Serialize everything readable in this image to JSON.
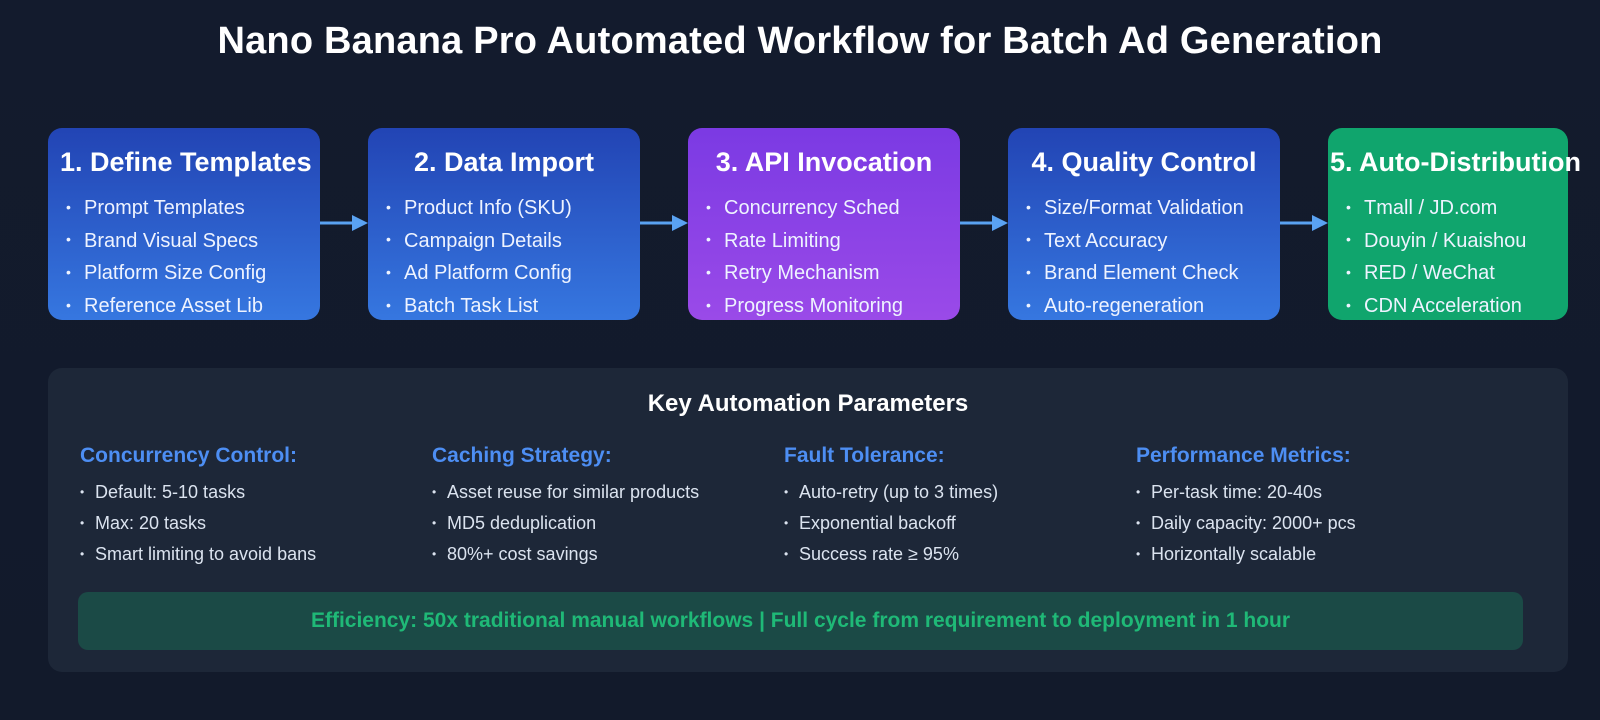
{
  "title": "Nano Banana Pro Automated Workflow for Batch Ad Generation",
  "steps": [
    {
      "title": "1. Define Templates",
      "items": [
        "Prompt Templates",
        "Brand Visual Specs",
        "Platform Size Config",
        "Reference Asset Lib"
      ],
      "color": "#2a5bd0"
    },
    {
      "title": "2. Data Import",
      "items": [
        "Product Info (SKU)",
        "Campaign Details",
        "Ad Platform Config",
        "Batch Task List"
      ],
      "color": "#2a5bd0"
    },
    {
      "title": "3. API Invocation",
      "items": [
        "Concurrency Sched",
        "Rate Limiting",
        "Retry Mechanism",
        "Progress Monitoring"
      ],
      "color": "#8a44e6"
    },
    {
      "title": "4. Quality Control",
      "items": [
        "Size/Format Validation",
        "Text Accuracy",
        "Brand Element Check",
        "Auto-regeneration"
      ],
      "color": "#2a5bd0"
    },
    {
      "title": "5. Auto-Distribution",
      "items": [
        "Tmall / JD.com",
        "Douyin / Kuaishou",
        "RED / WeChat",
        "CDN Acceleration"
      ],
      "color": "#10a56d"
    }
  ],
  "params": {
    "title": "Key Automation Parameters",
    "columns": [
      {
        "heading": "Concurrency Control:",
        "items": [
          "Default: 5-10 tasks",
          "Max: 20 tasks",
          "Smart limiting to avoid bans"
        ]
      },
      {
        "heading": "Caching Strategy:",
        "items": [
          "Asset reuse for similar products",
          "MD5 deduplication",
          "80%+ cost savings"
        ]
      },
      {
        "heading": "Fault Tolerance:",
        "items": [
          "Auto-retry (up to 3 times)",
          "Exponential backoff",
          "Success rate ≥ 95%"
        ]
      },
      {
        "heading": "Performance Metrics:",
        "items": [
          "Per-task time: 20-40s",
          "Daily capacity: 2000+ pcs",
          "Horizontally scalable"
        ]
      }
    ],
    "banner": "Efficiency: 50x traditional manual workflows | Full cycle from requirement to deployment in 1 hour"
  },
  "colors": {
    "accent_blue": "#4d8ef3",
    "arrow": "#5aa2f2",
    "banner_text": "#1fb977",
    "background": "#131b2d"
  }
}
